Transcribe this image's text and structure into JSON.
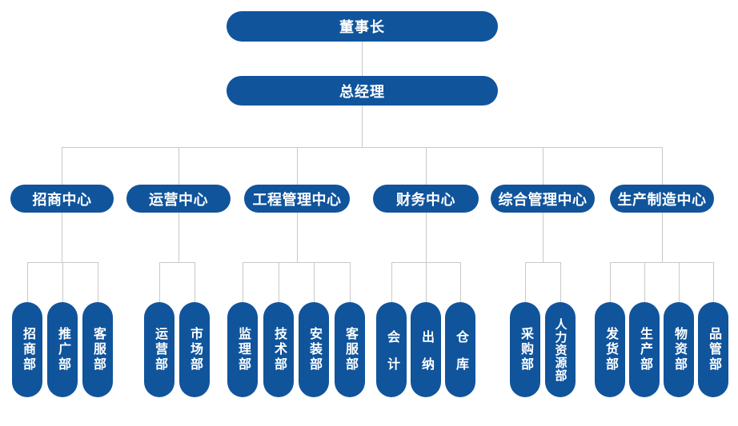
{
  "org": {
    "chairman": "董事长",
    "general_manager": "总经理",
    "groups": [
      {
        "label": "招商中心",
        "departments": [
          "招商部",
          "推广部",
          "客服部"
        ]
      },
      {
        "label": "运营中心",
        "departments": [
          "运营部",
          "市场部"
        ]
      },
      {
        "label": "工程管理中心",
        "departments": [
          "监理部",
          "技术部",
          "安装部",
          "客服部"
        ]
      },
      {
        "label": "财务中心",
        "departments": [
          "会计",
          "出纳",
          "仓库"
        ]
      },
      {
        "label": "综合管理中心",
        "departments": [
          "采购部",
          "人力资源部"
        ]
      },
      {
        "label": "生产制造中心",
        "departments": [
          "发货部",
          "生产部",
          "物资部",
          "品管部"
        ]
      }
    ],
    "colors": {
      "node_fill": "#10549c",
      "node_text": "#ffffff",
      "connector": "#c9c9c9",
      "background": "#ffffff"
    }
  }
}
